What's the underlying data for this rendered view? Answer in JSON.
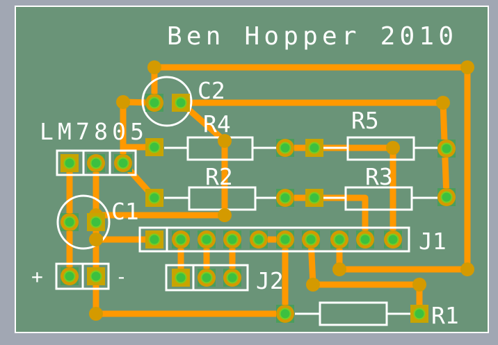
{
  "board": {
    "title": "Ben Hopper 2010",
    "colors": {
      "board": "#6a9478",
      "trace": "#ff9900",
      "pad": "#c8a400",
      "via": "#d49a00",
      "drill": "#3cc040",
      "silkscreen": "#ffffff"
    }
  },
  "components": {
    "regulator": "LM7805",
    "c1": "C1",
    "c2": "C2",
    "r1": "R1",
    "r2": "R2",
    "r3": "R3",
    "r4": "R4",
    "r5": "R5",
    "j1": "J1",
    "j2": "J2",
    "power_plus": "+",
    "power_minus": "-"
  }
}
